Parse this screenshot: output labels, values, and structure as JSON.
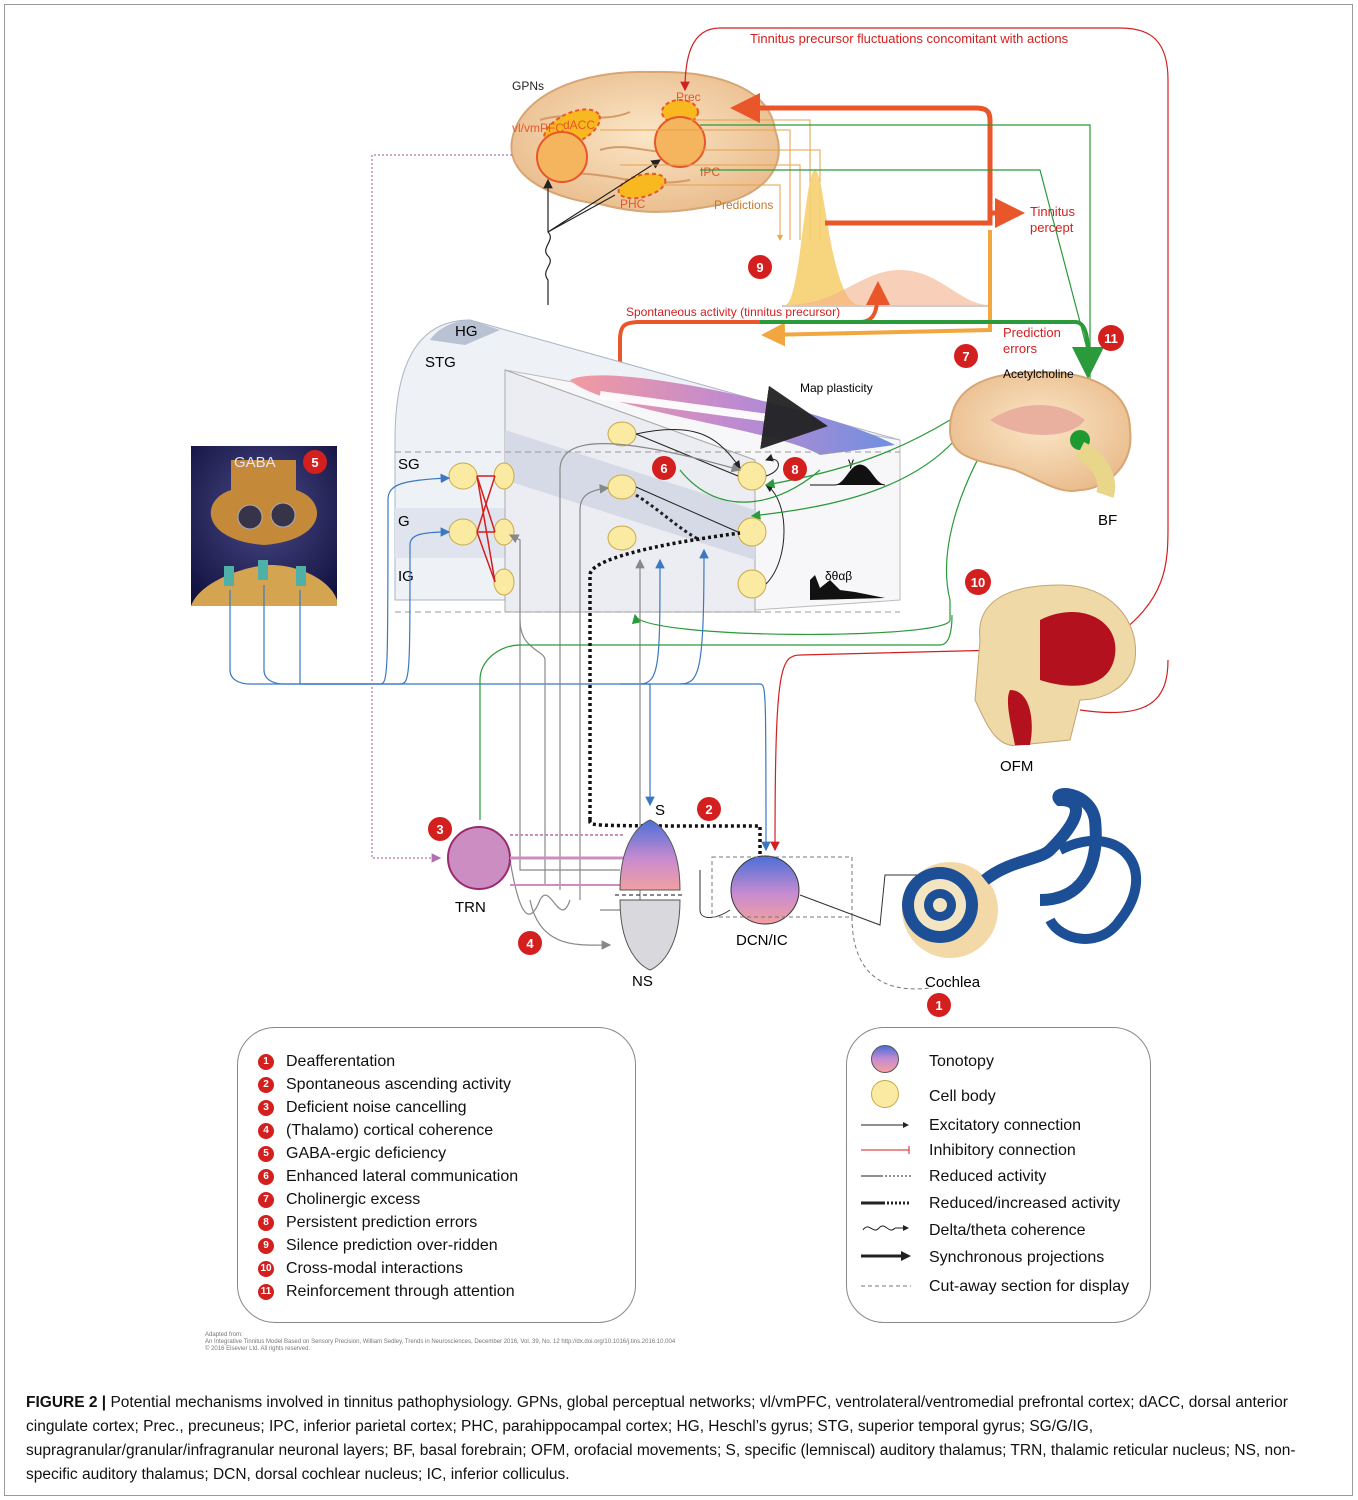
{
  "labels": {
    "gpns": "GPNs",
    "dacc": "dACC",
    "prec": "Prec",
    "vlvmpfc": "vl/vmPFC",
    "ipc": "IPC",
    "phc": "PHC",
    "predictions": "Predictions",
    "tinnitus_fluct": "Tinnitus precursor fluctuations concomitant with actions",
    "tinnitus_percept": "Tinnitus percept",
    "spontaneous": "Spontaneous activity (tinnitus precursor)",
    "prediction_errors": "Prediction errors",
    "acetylcholine": "Acetylcholine",
    "map_plasticity": "Map plasticity",
    "hg": "HG",
    "stg": "STG",
    "sg": "SG",
    "g": "G",
    "ig": "IG",
    "gaba": "GABA",
    "bf": "BF",
    "ofm": "OFM",
    "s": "S",
    "trn": "TRN",
    "ns": "NS",
    "dcnic": "DCN/IC",
    "cochlea": "Cochlea",
    "gamma": "γ",
    "lowfreq": "δθαβ"
  },
  "badges": [
    "1",
    "2",
    "3",
    "4",
    "5",
    "6",
    "7",
    "8",
    "9",
    "10",
    "11"
  ],
  "mechanisms": [
    {
      "num": "1",
      "text": "Deafferentation"
    },
    {
      "num": "2",
      "text": "Spontaneous ascending activity"
    },
    {
      "num": "3",
      "text": "Deficient noise cancelling"
    },
    {
      "num": "4",
      "text": "(Thalamo) cortical coherence"
    },
    {
      "num": "5",
      "text": "GABA-ergic deficiency"
    },
    {
      "num": "6",
      "text": "Enhanced lateral communication"
    },
    {
      "num": "7",
      "text": "Cholinergic excess"
    },
    {
      "num": "8",
      "text": "Persistent prediction errors"
    },
    {
      "num": "9",
      "text": "Silence prediction over-ridden"
    },
    {
      "num": "10",
      "text": "Cross-modal interactions"
    },
    {
      "num": "11",
      "text": "Reinforcement through attention"
    }
  ],
  "key": [
    {
      "symbol": "tonotopy-swatch",
      "text": "Tonotopy"
    },
    {
      "symbol": "cell-body-swatch",
      "text": "Cell body"
    },
    {
      "symbol": "excitatory-arrow",
      "text": "Excitatory connection"
    },
    {
      "symbol": "inhibitory-line",
      "text": "Inhibitory connection"
    },
    {
      "symbol": "reduced-line",
      "text": "Reduced activity"
    },
    {
      "symbol": "reduced-increased-line",
      "text": "Reduced/increased activity"
    },
    {
      "symbol": "coherence-wave",
      "text": "Delta/theta coherence"
    },
    {
      "symbol": "synchronous-arrow",
      "text": "Synchronous projections"
    },
    {
      "symbol": "cutaway-dashed",
      "text": "Cut-away section for display"
    }
  ],
  "adapted": {
    "line1": "Adapted from:",
    "line2": "An Integrative Tinnitus Model Based on Sensory Precision, William Sedley, Trends in Neurosciences, December 2016, Vol. 39, No. 12 http://dx.doi.org/10.1016/j.tins.2016.10.004",
    "line3": "© 2016 Elsevier Ltd. All rights reserved."
  },
  "caption": {
    "label": "FIGURE 2 |",
    "text": " Potential mechanisms involved in tinnitus pathophysiology. GPNs, global perceptual networks; vl/vmPFC, ventrolateral/ventromedial prefrontal cortex; dACC, dorsal anterior cingulate cortex; Prec., precuneus; IPC, inferior parietal cortex; PHC, parahippocampal cortex; HG, Heschl’s gyrus; STG, superior temporal gyrus; SG/G/IG, supragranular/granular/infragranular neuronal layers; BF, basal forebrain; OFM, orofacial movements; S, specific (lemniscal) auditory thalamus; TRN, thalamic reticular nucleus; NS, non-specific auditory thalamus; DCN, dorsal cochlear nucleus; IC, inferior colliculus."
  },
  "colors": {
    "red": "#d41f1f",
    "orange": "#e8562a",
    "amber": "#f2a640",
    "green": "#2a9a3a",
    "blue": "#3b78c2",
    "cell": "#fbeaa2",
    "trn": "#cc8ec2"
  }
}
